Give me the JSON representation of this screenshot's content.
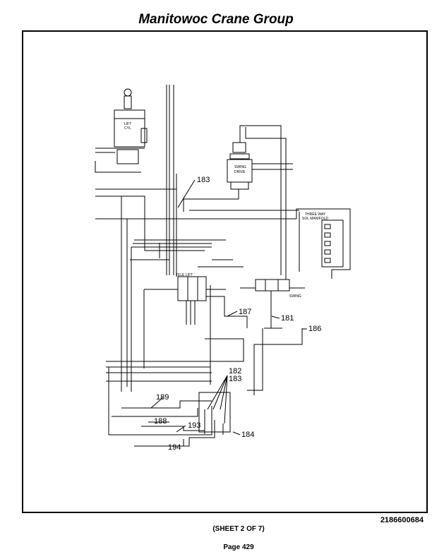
{
  "header": {
    "title": "Manitowoc Crane Group"
  },
  "diagram": {
    "component_labels": {
      "lift_cyl": [
        "LIFT",
        "CYL"
      ],
      "swing_drive": [
        "SWING",
        "DRIVE"
      ],
      "three_way_manifold": [
        "THREE WAY",
        "SOL MANIFOLD"
      ],
      "tele_lift": "TELE   LIFT",
      "swing": "SWING"
    },
    "callouts": {
      "c183_top": "183",
      "c187": "187",
      "c181": "181",
      "c186": "186",
      "c182": "182",
      "c183_low": "183",
      "c189": "189",
      "c188": "188",
      "c193": "193",
      "c184": "184",
      "c194": "194"
    }
  },
  "footer": {
    "drawing_number": "2186600684",
    "sheet": "(SHEET 2 OF 7)",
    "page": "Page 429"
  }
}
